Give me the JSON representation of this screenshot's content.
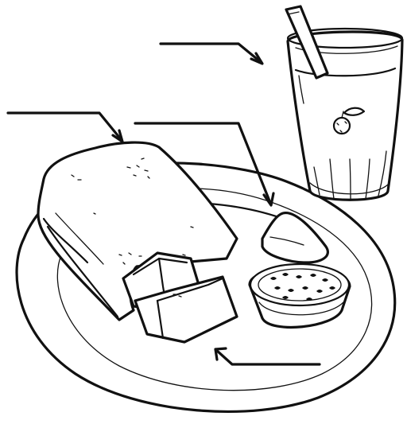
{
  "diagram": {
    "subject": "breakfast-plate-illustration",
    "line_color": "#111111",
    "background": "#ffffff",
    "items": [
      "plate",
      "toast",
      "butter",
      "jam-cup",
      "juice-glass",
      "straw",
      "orange-icon"
    ],
    "pointer_arrows": [
      "arrow-to-glass",
      "arrow-to-toast",
      "arrow-to-butter-dollop",
      "arrow-to-plate"
    ]
  }
}
